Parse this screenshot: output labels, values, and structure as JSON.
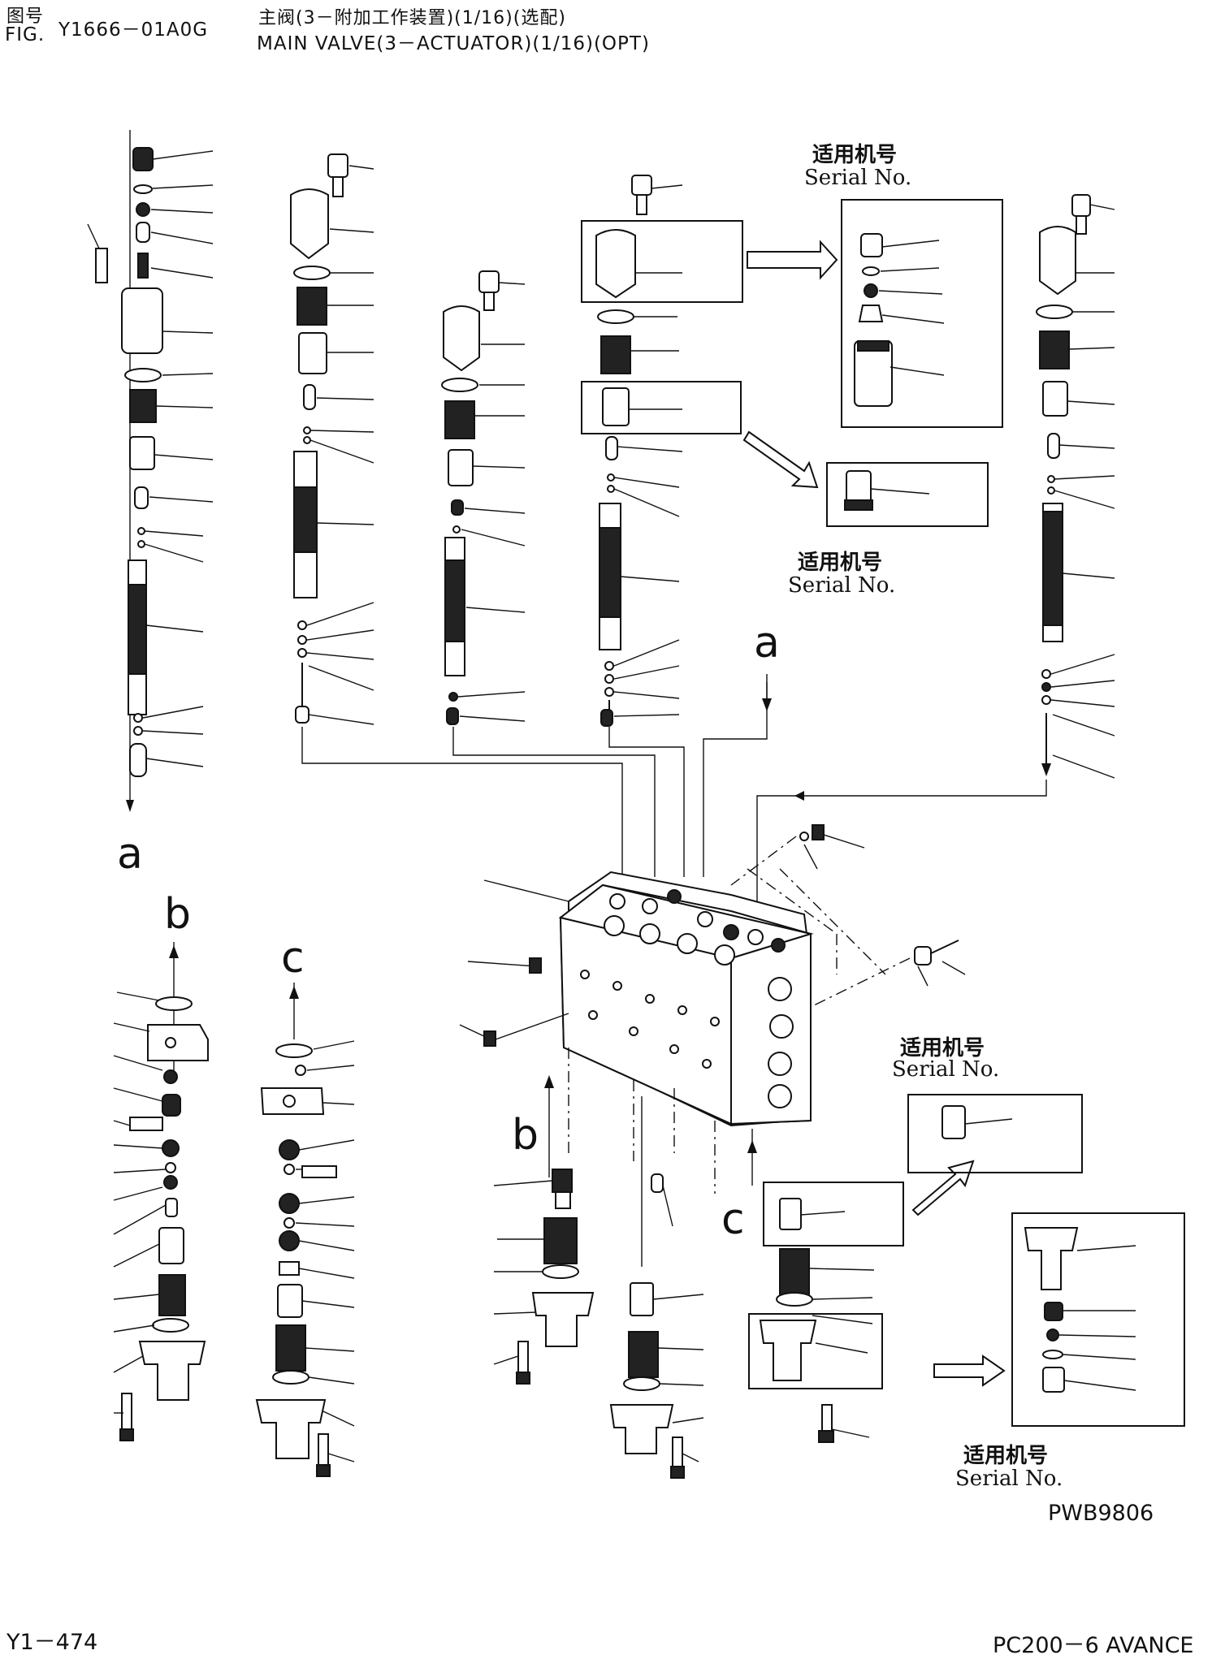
{
  "header": {
    "fig_cn": "图号",
    "fig_en": "FIG.",
    "fig_code": "Y1666－01A0G",
    "title_cn": "主阀(3－附加工作装置)(1/16)(选配)",
    "title_en": "MAIN VALVE(3－ACTUATOR)(1/16)(OPT)"
  },
  "serial_notes": [
    {
      "cn": "适用机号",
      "en": "Serial No."
    },
    {
      "cn": "适用机号",
      "en": "Serial No."
    },
    {
      "cn": "适用机号",
      "en": "Serial No."
    },
    {
      "cn": "适用机号",
      "en": "Serial No."
    }
  ],
  "refs": {
    "a1": "a",
    "a2": "a",
    "b1": "b",
    "b2": "b",
    "c1": "c",
    "c2": "c"
  },
  "drawing_code": "PWB9806",
  "footer": {
    "page": "Y1－474",
    "model": "PC200－6 AVANCE"
  }
}
